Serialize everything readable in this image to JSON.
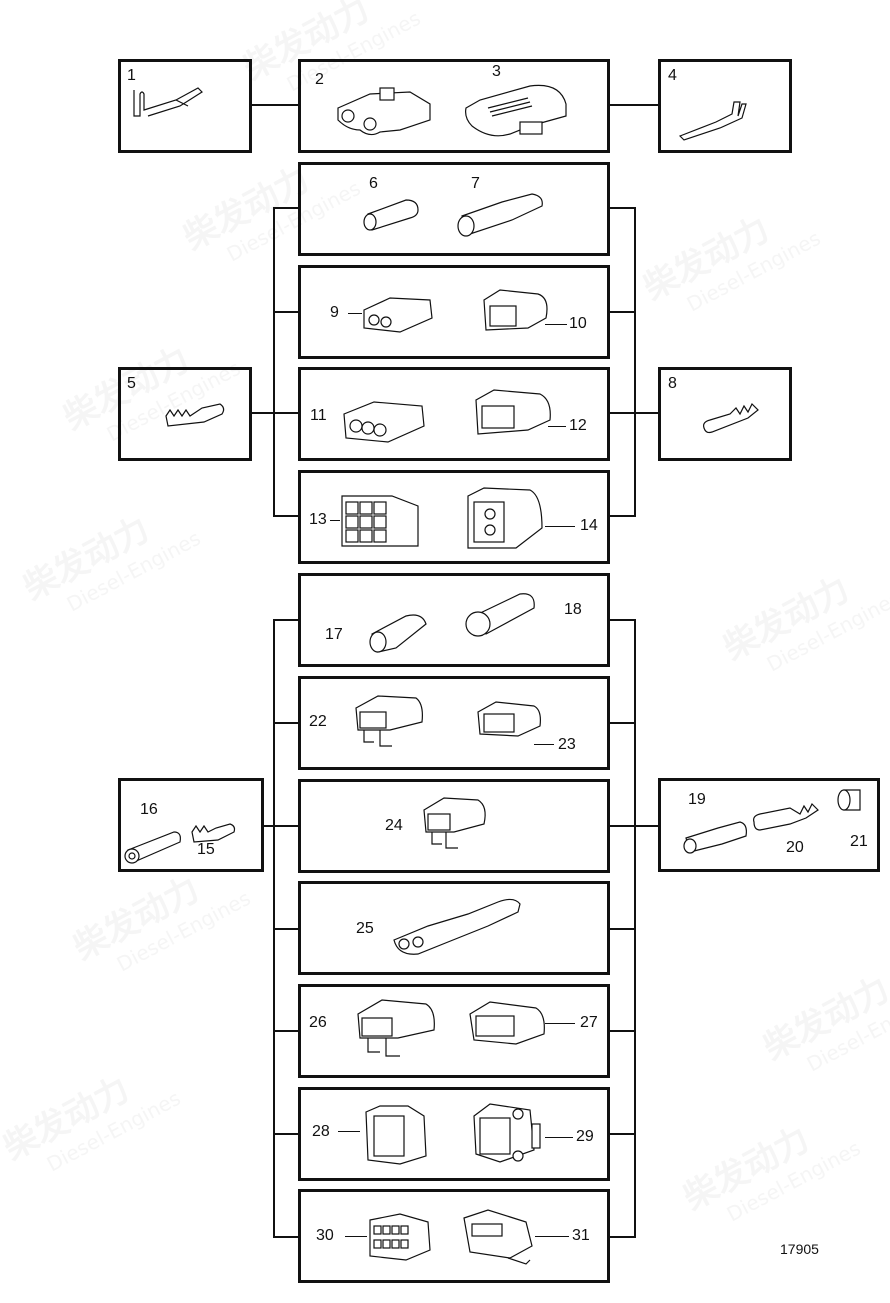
{
  "diagram": {
    "figure_number": "17905",
    "watermark": {
      "text_cn": "柴发动力",
      "text_en": "Diesel-Engines"
    },
    "callouts": {
      "p1": "1",
      "p2": "2",
      "p3": "3",
      "p4": "4",
      "p5": "5",
      "p6": "6",
      "p7": "7",
      "p8": "8",
      "p9": "9",
      "p10": "10",
      "p11": "11",
      "p12": "12",
      "p13": "13",
      "p14": "14",
      "p15": "15",
      "p16": "16",
      "p17": "17",
      "p18": "18",
      "p19": "19",
      "p20": "20",
      "p21": "21",
      "p22": "22",
      "p23": "23",
      "p24": "24",
      "p25": "25",
      "p26": "26",
      "p27": "27",
      "p28": "28",
      "p29": "29",
      "p30": "30",
      "p31": "31"
    },
    "groups": [
      {
        "box": "top-left",
        "parts": [
          "1"
        ]
      },
      {
        "box": "top-center",
        "parts": [
          "2",
          "3"
        ]
      },
      {
        "box": "top-right",
        "parts": [
          "4"
        ]
      },
      {
        "box": "upper-group-left",
        "parts": [
          "5"
        ]
      },
      {
        "box": "upper-group-right",
        "parts": [
          "8"
        ]
      },
      {
        "box": "upper-row-1",
        "parts": [
          "6",
          "7"
        ]
      },
      {
        "box": "upper-row-2",
        "parts": [
          "9",
          "10"
        ]
      },
      {
        "box": "upper-row-3",
        "parts": [
          "11",
          "12"
        ]
      },
      {
        "box": "upper-row-4",
        "parts": [
          "13",
          "14"
        ]
      },
      {
        "box": "lower-group-left",
        "parts": [
          "16",
          "15"
        ]
      },
      {
        "box": "lower-group-right",
        "parts": [
          "19",
          "20",
          "21"
        ]
      },
      {
        "box": "lower-row-1",
        "parts": [
          "17",
          "18"
        ]
      },
      {
        "box": "lower-row-2",
        "parts": [
          "22",
          "23"
        ]
      },
      {
        "box": "lower-row-3",
        "parts": [
          "24"
        ]
      },
      {
        "box": "lower-row-4",
        "parts": [
          "25"
        ]
      },
      {
        "box": "lower-row-5",
        "parts": [
          "26",
          "27"
        ]
      },
      {
        "box": "lower-row-6",
        "parts": [
          "28",
          "29"
        ]
      },
      {
        "box": "lower-row-7",
        "parts": [
          "30",
          "31"
        ]
      }
    ]
  }
}
